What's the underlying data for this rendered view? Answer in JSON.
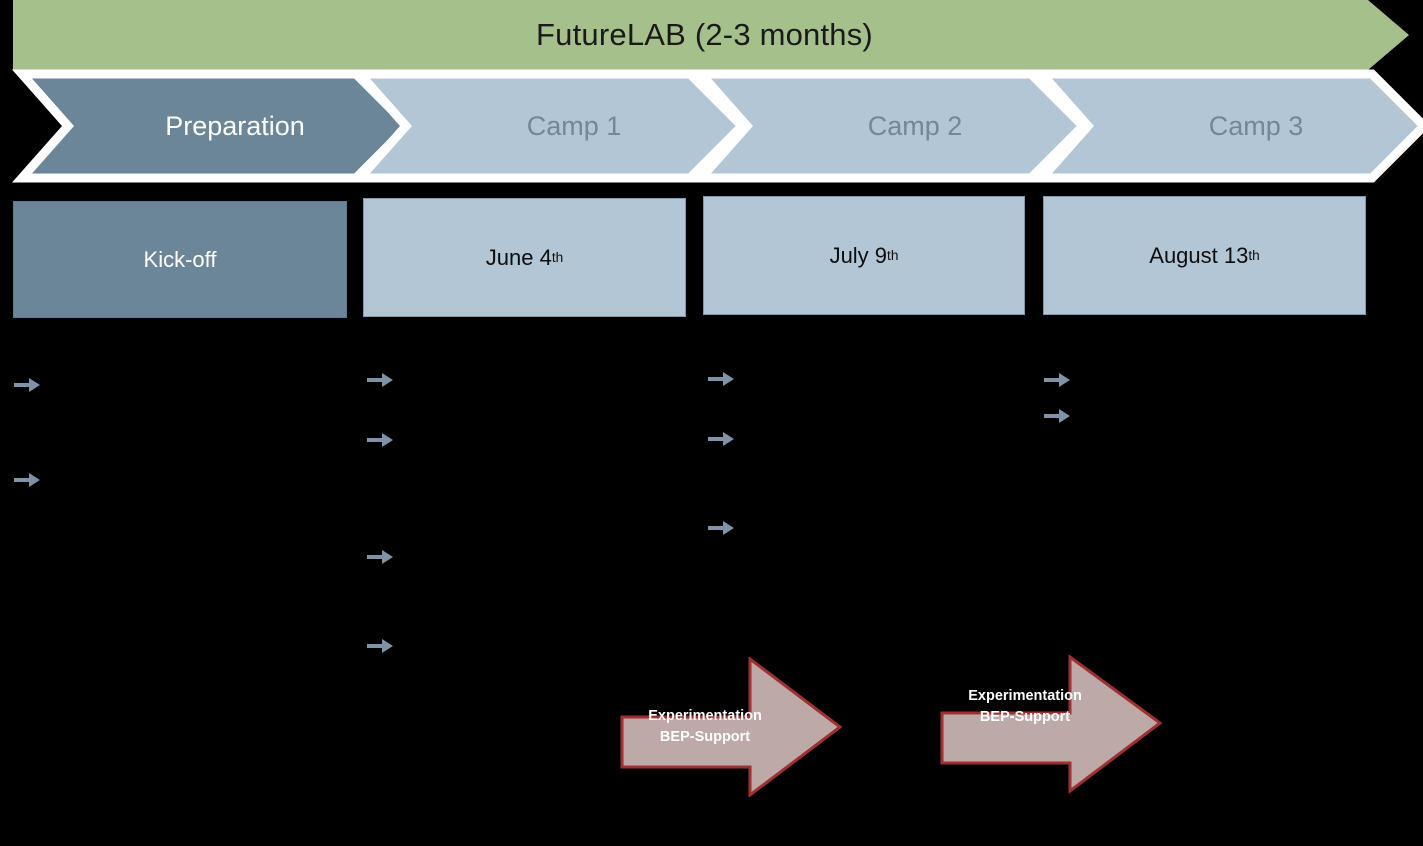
{
  "banner": {
    "title": "FutureLAB (2-3 months)",
    "color": "#A6C08C"
  },
  "phases": [
    {
      "label": "Preparation",
      "state": "current",
      "fill": "#6C8699",
      "text_color": "#FFFFFF"
    },
    {
      "label": "Camp 1",
      "state": "upcoming",
      "fill": "#B2C6D5",
      "text_color": "#728799"
    },
    {
      "label": "Camp 2",
      "state": "upcoming",
      "fill": "#B2C6D5",
      "text_color": "#728799"
    },
    {
      "label": "Camp 3",
      "state": "upcoming",
      "fill": "#B2C6D5",
      "text_color": "#728799"
    }
  ],
  "milestones": [
    {
      "label": "Kick-off",
      "style": "dark",
      "sup": ""
    },
    {
      "label": "June ",
      "style": "light",
      "sup": "4th",
      "main": "June 4",
      "suffix": "th"
    },
    {
      "label": "July ",
      "style": "light",
      "sup": "9th",
      "main": "July 9",
      "suffix": "th"
    },
    {
      "label": "August ",
      "style": "light",
      "sup": "13th",
      "main": "August 13",
      "suffix": "th"
    }
  ],
  "milestone_boxes": [
    {
      "main": "Kick-off",
      "suffix": ""
    },
    {
      "main": "June 4",
      "suffix": "th"
    },
    {
      "main": "July 9",
      "suffix": "th"
    },
    {
      "main": "August 13",
      "suffix": "th"
    }
  ],
  "bullet_columns": [
    {
      "column": "preparation",
      "items": [
        {
          "text": ""
        },
        {
          "text": ""
        }
      ]
    },
    {
      "column": "camp-1",
      "items": [
        {
          "text": ""
        },
        {
          "text": ""
        },
        {
          "text": ""
        },
        {
          "text": ""
        }
      ]
    },
    {
      "column": "camp-2",
      "items": [
        {
          "text": ""
        },
        {
          "text": ""
        },
        {
          "text": ""
        }
      ]
    },
    {
      "column": "camp-3",
      "items": [
        {
          "text": ""
        },
        {
          "text": ""
        }
      ]
    }
  ],
  "experimentation": [
    {
      "line1": "Experimentation",
      "line2": "BEP-Support"
    },
    {
      "line1": "Experimentation",
      "line2": "BEP-Support"
    }
  ],
  "colors": {
    "background": "#000000",
    "green": "#A6C08C",
    "dark_blue": "#6C8699",
    "light_blue": "#B2C6D5",
    "bullet_arrow": "#7E93A6",
    "exp_fill": "#BDAAA8",
    "exp_border": "#A03030",
    "chevron_outline": "#FFFFFF",
    "chevron_shadow": "#000000"
  }
}
